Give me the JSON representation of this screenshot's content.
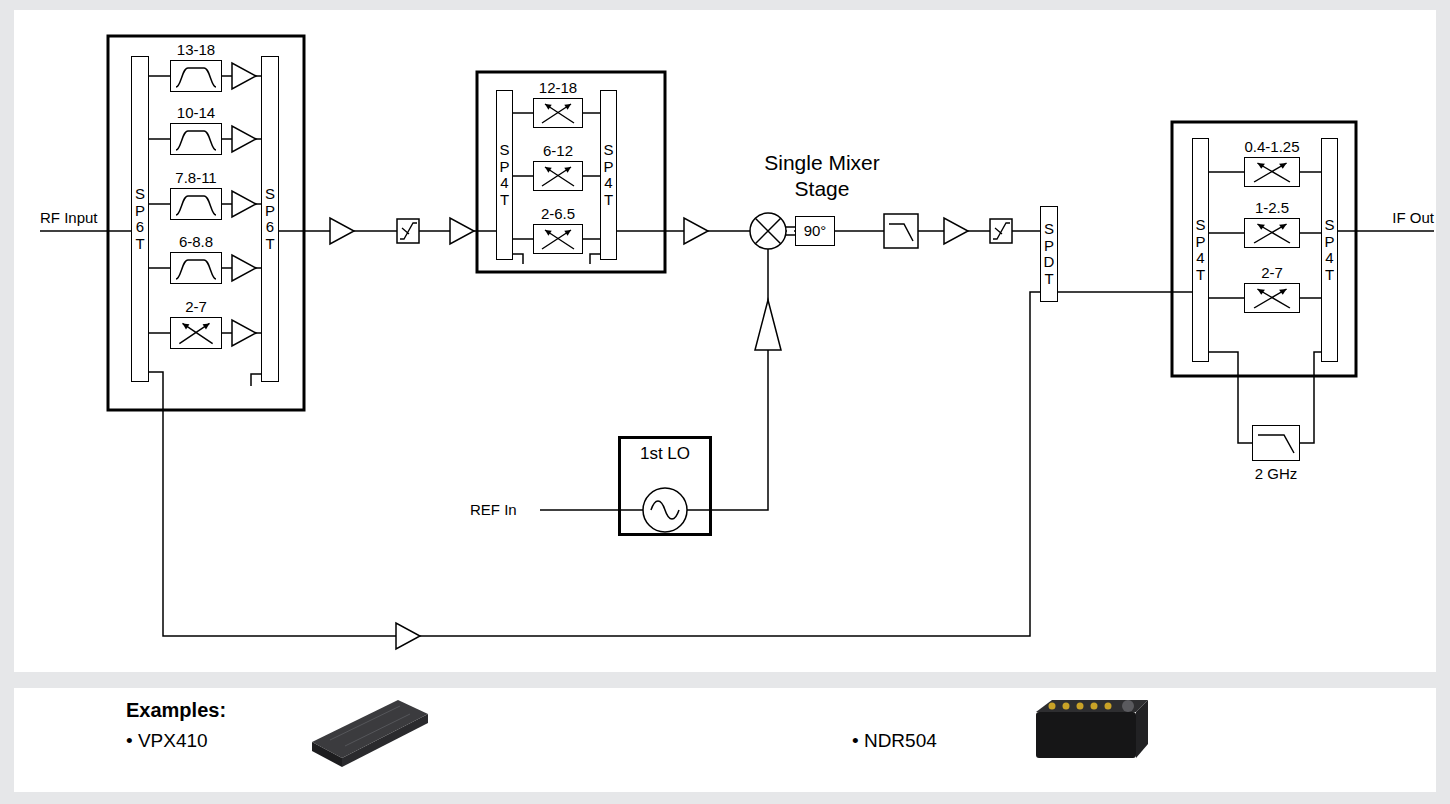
{
  "diagram": {
    "nodes": [
      {
        "text": [
          "SP6T"
        ]
      },
      {
        "text": [
          "13-18"
        ]
      },
      {
        "text": [
          "10-14"
        ]
      },
      {
        "text": [
          "7.8-11"
        ]
      },
      {
        "text": [
          "6-8.8"
        ]
      },
      {
        "text": [
          "2-7"
        ]
      },
      {
        "text": [
          "SP6T"
        ]
      },
      {
        "text": [
          "SP4T"
        ]
      },
      {
        "text": [
          "12-18"
        ]
      },
      {
        "text": [
          "6-12"
        ]
      },
      {
        "text": [
          "2-6.5"
        ]
      },
      {
        "text": [
          "SP4T"
        ]
      },
      {
        "text": [
          "90°"
        ]
      },
      {
        "text": [
          "1st LO"
        ]
      },
      {
        "text": [
          "SPDT"
        ]
      },
      {
        "text": [
          "SP4T"
        ]
      },
      {
        "text": [
          "0.4-1.25"
        ]
      },
      {
        "text": [
          "1-2.5"
        ]
      },
      {
        "text": [
          "2-7"
        ]
      },
      {
        "text": [
          "SP4T"
        ]
      },
      {
        "text": [
          "2 GHz"
        ]
      },
      {
        "text": [
          "Examples:",
          "• VPX410",
          "• NDR504"
        ]
      }
    ],
    "edges": [
      {
        "from": 0,
        "to": 1,
        "arrow": "none"
      },
      {
        "from": 0,
        "to": 2,
        "arrow": "none"
      },
      {
        "from": 0,
        "to": 3,
        "arrow": "none"
      },
      {
        "from": 0,
        "to": 4,
        "arrow": "none"
      },
      {
        "from": 0,
        "to": 5,
        "arrow": "none"
      },
      {
        "from": 1,
        "to": 6,
        "arrow": "none"
      },
      {
        "from": 2,
        "to": 6,
        "arrow": "none"
      },
      {
        "from": 3,
        "to": 6,
        "arrow": "none"
      },
      {
        "from": 4,
        "to": 6,
        "arrow": "none"
      },
      {
        "from": 5,
        "to": 6,
        "arrow": "none"
      },
      {
        "from": 0,
        "to": 14,
        "arrow": "none"
      },
      {
        "from": 6,
        "to": 7,
        "arrow": "none"
      },
      {
        "from": 7,
        "to": 8,
        "arrow": "none"
      },
      {
        "from": 7,
        "to": 9,
        "arrow": "none"
      },
      {
        "from": 7,
        "to": 10,
        "arrow": "none"
      },
      {
        "from": 8,
        "to": 11,
        "arrow": "none"
      },
      {
        "from": 9,
        "to": 11,
        "arrow": "none"
      },
      {
        "from": 10,
        "to": 11,
        "arrow": "none"
      },
      {
        "from": 11,
        "to": 12,
        "arrow": "none"
      },
      {
        "from": 12,
        "to": 14,
        "arrow": "none"
      },
      {
        "from": 14,
        "to": 15,
        "arrow": "none"
      },
      {
        "from": 15,
        "to": 16,
        "arrow": "none"
      },
      {
        "from": 15,
        "to": 17,
        "arrow": "none"
      },
      {
        "from": 15,
        "to": 18,
        "arrow": "none"
      },
      {
        "from": 16,
        "to": 19,
        "arrow": "none"
      },
      {
        "from": 17,
        "to": 19,
        "arrow": "none"
      },
      {
        "from": 18,
        "to": 19,
        "arrow": "none"
      },
      {
        "from": 15,
        "to": 20,
        "arrow": "none"
      },
      {
        "from": 20,
        "to": 19,
        "arrow": "none"
      }
    ],
    "labels": [
      "RF Input",
      "Single Mixer Stage",
      "IF Out",
      "REF In"
    ]
  }
}
